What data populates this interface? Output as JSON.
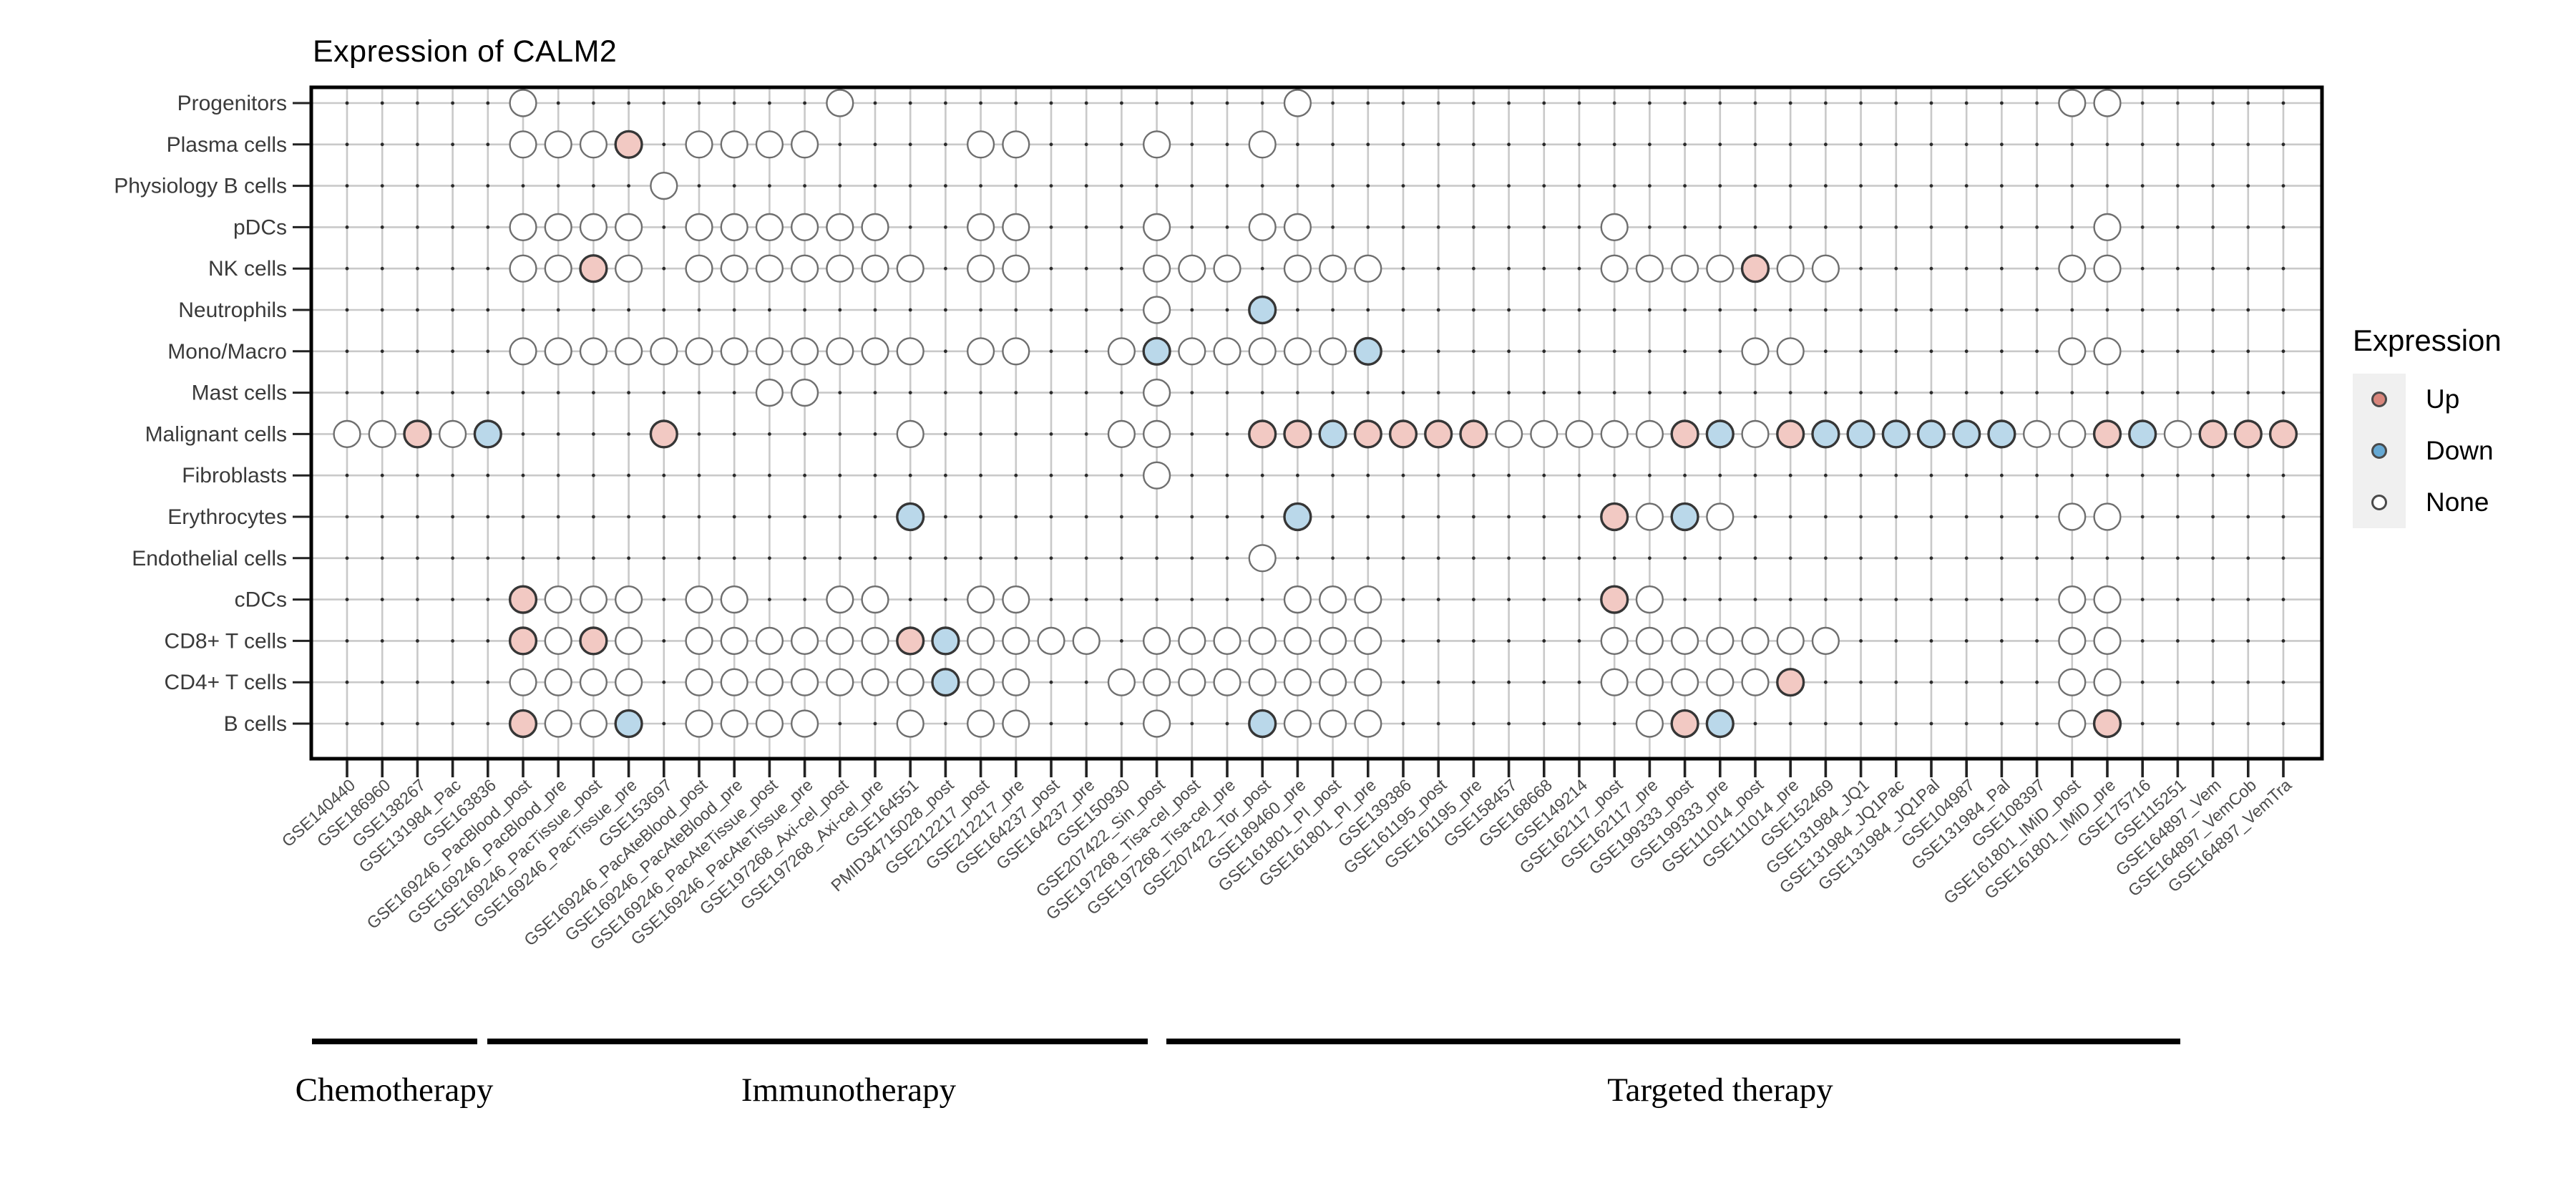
{
  "title": "Expression of CALM2",
  "legend": {
    "title": "Expression",
    "items": [
      {
        "label": "Up",
        "fill": "#d9867c"
      },
      {
        "label": "Down",
        "fill": "#66a9d4"
      },
      {
        "label": "None",
        "fill": "#ffffff"
      }
    ]
  },
  "chart_data": {
    "type": "dot-matrix",
    "title": "Expression of CALM2",
    "legend_title": "Expression",
    "legend_position": "right",
    "grid": true,
    "rows": [
      "Progenitors",
      "Plasma cells",
      "Physiology B cells",
      "pDCs",
      "NK cells",
      "Neutrophils",
      "Mono/Macro",
      "Mast cells",
      "Malignant cells",
      "Fibroblasts",
      "Erythrocytes",
      "Endothelial cells",
      "cDCs",
      "CD8+ T cells",
      "CD4+ T cells",
      "B cells"
    ],
    "columns": [
      "GSE140440",
      "GSE186960",
      "GSE138267",
      "GSE131984_Pac",
      "GSE163836",
      "GSE169246_PacBlood_post",
      "GSE169246_PacBlood_pre",
      "GSE169246_PacTissue_post",
      "GSE169246_PacTissue_pre",
      "GSE153697",
      "GSE169246_PacAteBlood_post",
      "GSE169246_PacAteBlood_pre",
      "GSE169246_PacAteTissue_post",
      "GSE169246_PacAteTissue_pre",
      "GSE197268_Axi-cel_post",
      "GSE197268_Axi-cel_pre",
      "GSE164551",
      "PMID34715028_post",
      "GSE212217_post",
      "GSE212217_pre",
      "GSE164237_post",
      "GSE164237_pre",
      "GSE150930",
      "GSE207422_Sin_post",
      "GSE197268_Tisa-cel_post",
      "GSE197268_Tisa-cel_pre",
      "GSE207422_Tor_post",
      "GSE189460_pre",
      "GSE161801_PI_post",
      "GSE161801_PI_pre",
      "GSE139386",
      "GSE161195_post",
      "GSE161195_pre",
      "GSE158457",
      "GSE168668",
      "GSE149214",
      "GSE162117_post",
      "GSE162117_pre",
      "GSE199333_post",
      "GSE199333_pre",
      "GSE111014_post",
      "GSE111014_pre",
      "GSE152469",
      "GSE131984_JQ1",
      "GSE131984_JQ1Pac",
      "GSE131984_JQ1Pal",
      "GSE104987",
      "GSE131984_Pal",
      "GSE108397",
      "GSE161801_IMiD_post",
      "GSE161801_IMiD_pre",
      "GSE175716",
      "GSE115251",
      "GSE164897_Vem",
      "GSE164897_VemCob",
      "GSE164897_VemTra"
    ],
    "state_encoding": {
      ".": "no circle",
      "N": "None",
      "U": "Up",
      "D": "Down"
    },
    "cell_states": [
      ".....N........N............N.....................NN.....",
      ".....NNNU.NNNN....NN...N..N.............................",
      ".........N..............................................",
      ".....NNNN.NNNNNN..NN...N..NN........N.............N.....",
      ".....NNUN.NNNNNNN.NN...NNN.NNN......NNNNUNN......NN.....",
      ".......................N..D.............................",
      ".....NNNNNNNNNNNN.NN..NDNNNNND..........NN.......NN.....",
      "............NN.........N................................",
      "NNUND....U......N.....NN..UUDUUUUNNNNNUDNUDDDDDDNNUDNUUU",
      ".......................N................................",
      "................D..........D........UNDN.........NN.....",
      "..........................N.............................",
      ".....UNNN.NN..NN..NN.......NNN......UN...........NN.....",
      ".....UNUN.NNNNNNUDNNNN.NNNNNNN......NNNNNNN......NN.....",
      ".....NNNN.NNNNNNNDNN..NNNNNNNN......NNNNNU.......NN.....",
      ".....UNND.NNNN..N.NN...N..DNNN.......NUD.........NU....."
    ],
    "groups": [
      {
        "label": "Chemotherapy",
        "col_start": 1,
        "col_end": 5
      },
      {
        "label": "Immunotherapy",
        "col_start": 6,
        "col_end": 23
      },
      {
        "label": "Targeted therapy",
        "col_start": 24,
        "col_end": 53
      }
    ],
    "colors": {
      "up": "#f2c9c3",
      "down": "#bad8ea",
      "none": "#ffffff",
      "up_legend": "#d9867c",
      "down_legend": "#66a9d4",
      "dot_stroke": "#363636",
      "none_stroke": "#6f6f6f",
      "grid": "#c9c9c9",
      "grid_dot": "#2b2b2b",
      "axis": "#000000",
      "group_bar": "#000000"
    }
  }
}
